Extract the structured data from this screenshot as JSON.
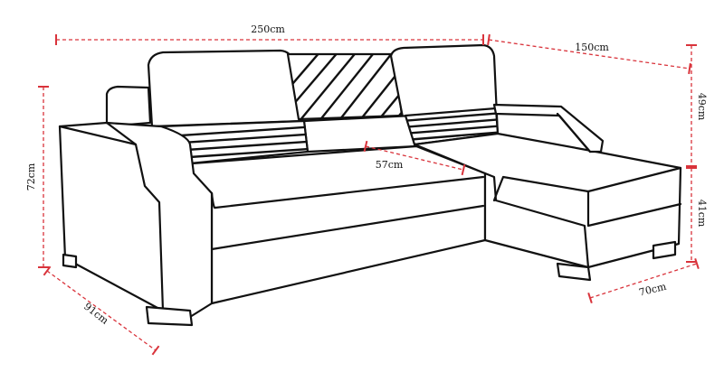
{
  "colors": {
    "outline": "#111111",
    "dimension": "#d9333b",
    "background": "#ffffff"
  },
  "dimensions": {
    "width_total": "250cm",
    "chaise_length": "150cm",
    "backrest_height": "49cm",
    "seat_height": "41cm",
    "chaise_width": "70cm",
    "total_height": "72cm",
    "depth": "91cm",
    "seat_depth": "57cm"
  }
}
